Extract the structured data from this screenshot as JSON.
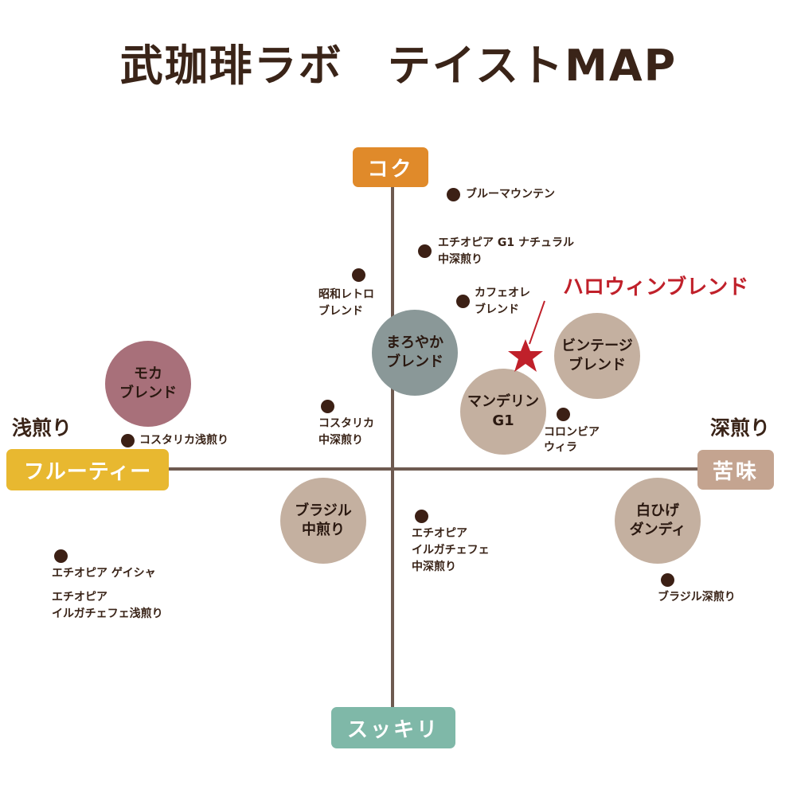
{
  "title": "武珈琲ラボ　テイストMAP",
  "axes": {
    "top": "コク",
    "bottom": "スッキリ",
    "left": "フルーティー",
    "right": "苦味",
    "left_side": "浅煎り",
    "right_side": "深煎り"
  },
  "colors": {
    "top": "#e08a2a",
    "left": "#e8b830",
    "right": "#c4a490",
    "bottom": "#7fb8a8",
    "axis": "#6e5a50",
    "highlight": "#c0202a"
  },
  "circles": [
    {
      "l1": "モカ",
      "l2": "ブレンド",
      "color": "#a8707a"
    },
    {
      "l1": "まろやか",
      "l2": "ブレンド",
      "color": "#8a9898"
    },
    {
      "l1": "ビンテージ",
      "l2": "ブレンド",
      "color": "#c4b0a0"
    },
    {
      "l1": "マンデリン",
      "l2": "G1",
      "color": "#c4b0a0"
    },
    {
      "l1": "ブラジル",
      "l2": "中煎り",
      "color": "#c4b0a0"
    },
    {
      "l1": "白ひげ",
      "l2": "ダンディ",
      "color": "#c4b0a0"
    }
  ],
  "points": [
    {
      "l1": "ブルーマウンテン"
    },
    {
      "l1": "エチオピア G1 ナチュラル",
      "l2": "中深煎り"
    },
    {
      "l1": "昭和レトロ",
      "l2": "ブレンド"
    },
    {
      "l1": "カフェオレ",
      "l2": "ブレンド"
    },
    {
      "l1": "コスタリカ",
      "l2": "中深煎り"
    },
    {
      "l1": "コロンビア",
      "l2": "ウィラ"
    },
    {
      "l1": "コスタリカ浅煎り"
    },
    {
      "l1": "エチオピア",
      "l2": "イルガチェフェ",
      "l3": "中深煎り"
    },
    {
      "l1": "エチオピア ゲイシャ"
    },
    {
      "l1": "エチオピア",
      "l2": "イルガチェフェ浅煎り"
    },
    {
      "l1": "ブラジル深煎り"
    }
  ],
  "highlight": {
    "label": "ハロウィンブレンド",
    "icon": "star-icon"
  }
}
